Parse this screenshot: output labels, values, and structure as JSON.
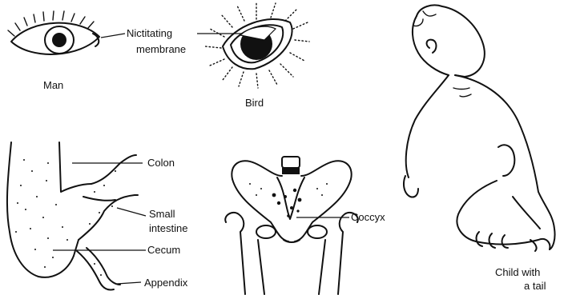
{
  "labels": {
    "nictitating_line1": "Nictitating",
    "nictitating_line2": "membrane",
    "man": "Man",
    "bird": "Bird",
    "colon": "Colon",
    "small_intestine_line1": "Small",
    "small_intestine_line2": "intestine",
    "cecum": "Cecum",
    "appendix": "Appendix",
    "coccyx": "Coccyx",
    "child_line1": "Child with",
    "child_line2": "a tail"
  },
  "colors": {
    "ink": "#111111",
    "paper": "#ffffff"
  }
}
